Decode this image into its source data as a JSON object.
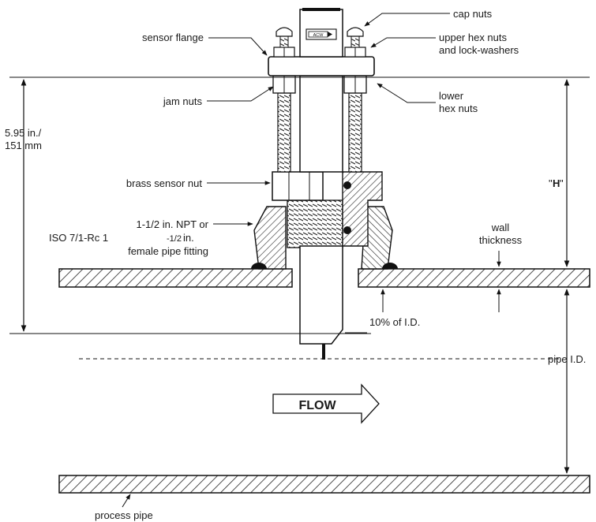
{
  "labels": {
    "cap_nuts": "cap nuts",
    "sensor_flange": "sensor flange",
    "upper_hex_nuts_l1": "upper hex nuts",
    "upper_hex_nuts_l2": "and lock-washers",
    "jam_nuts": "jam nuts",
    "lower_hex_nuts_l1": "lower",
    "lower_hex_nuts_l2": "hex nuts",
    "dim_595_l1": "5.95 in./",
    "dim_595_l2": "151 mm",
    "brass_sensor_nut": "brass sensor nut",
    "h_quote_open": "\"",
    "h_letter": "H",
    "h_quote_close": "\"",
    "fitting_l1": "1-1/2 in. NPT or",
    "fitting_l2_a": "ISO 7/1-Rc 1",
    "fitting_l2_b": "-1/2",
    "fitting_l2_c": " in.",
    "fitting_l3": "female pipe fitting",
    "wall_l1": "wall",
    "wall_l2": "thickness",
    "ten_percent": "10% of I.D.",
    "pipe_id": "pipe I.D.",
    "flow": "FLOW",
    "process_pipe": "process pipe",
    "window_mark": "ACW"
  }
}
